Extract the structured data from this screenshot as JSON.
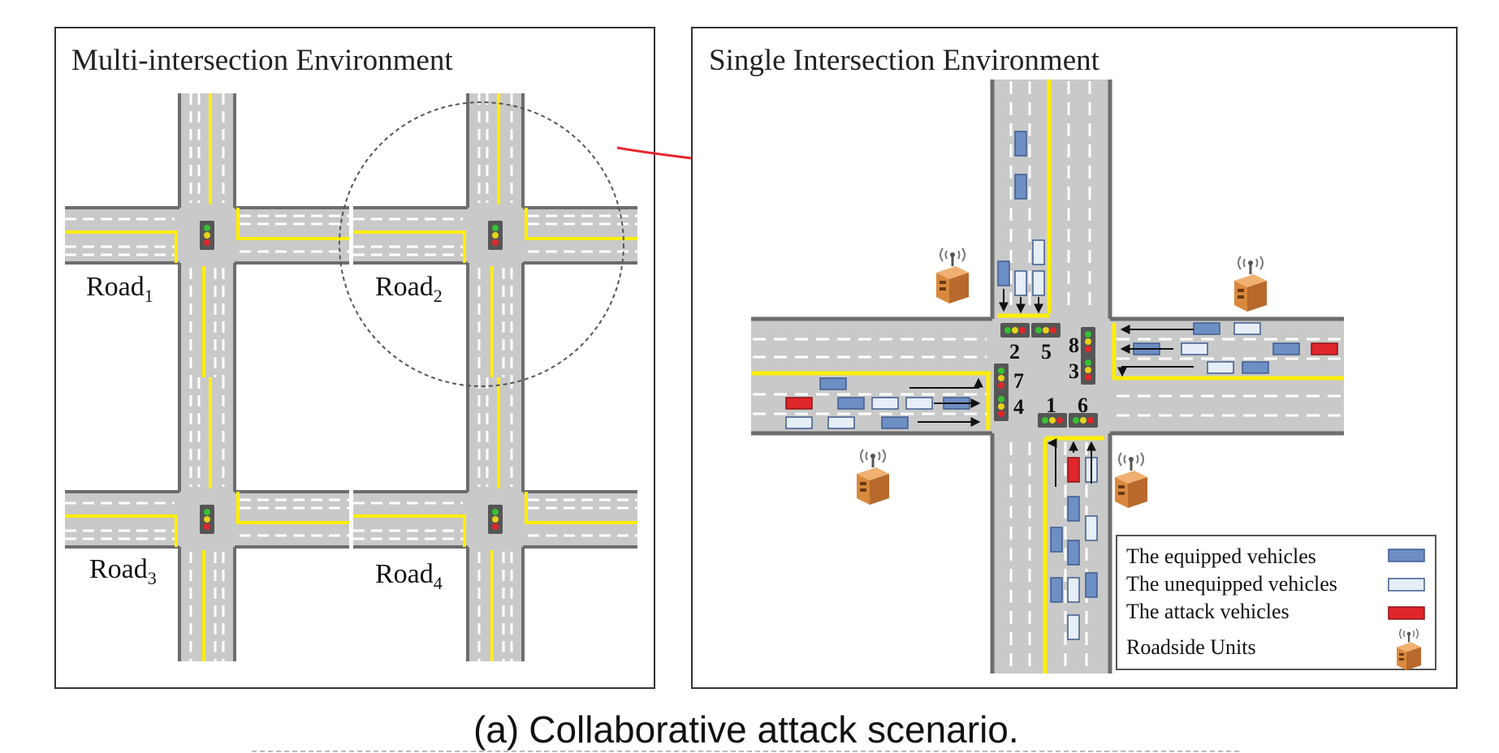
{
  "left_panel": {
    "title": "Multi-intersection Environment",
    "roads": [
      {
        "base": "Road",
        "sub": "1"
      },
      {
        "base": "Road",
        "sub": "2"
      },
      {
        "base": "Road",
        "sub": "3"
      },
      {
        "base": "Road",
        "sub": "4"
      }
    ]
  },
  "right_panel": {
    "title": "Single Intersection Environment",
    "signals": [
      "1",
      "2",
      "3",
      "4",
      "5",
      "6",
      "7",
      "8"
    ]
  },
  "legend": {
    "items": [
      {
        "label": "The equipped vehicles",
        "icon": "equipped-vehicle-icon",
        "color": "#6e8fc4"
      },
      {
        "label": "The unequipped vehicles",
        "icon": "unequipped-vehicle-icon",
        "color": "#e6eef8"
      },
      {
        "label": "The attack vehicles",
        "icon": "attack-vehicle-icon",
        "color": "#e0262a"
      },
      {
        "label": "Roadside Units",
        "icon": "roadside-unit-icon",
        "color": "#d9893e"
      }
    ]
  },
  "caption": {
    "tag": "(a)",
    "text": "Collaborative attack scenario."
  },
  "colors": {
    "road": "#c9c9c9",
    "road_edge": "#6d6d6d",
    "yellow_line": "#ffee00",
    "arrow": "#e8262a"
  }
}
